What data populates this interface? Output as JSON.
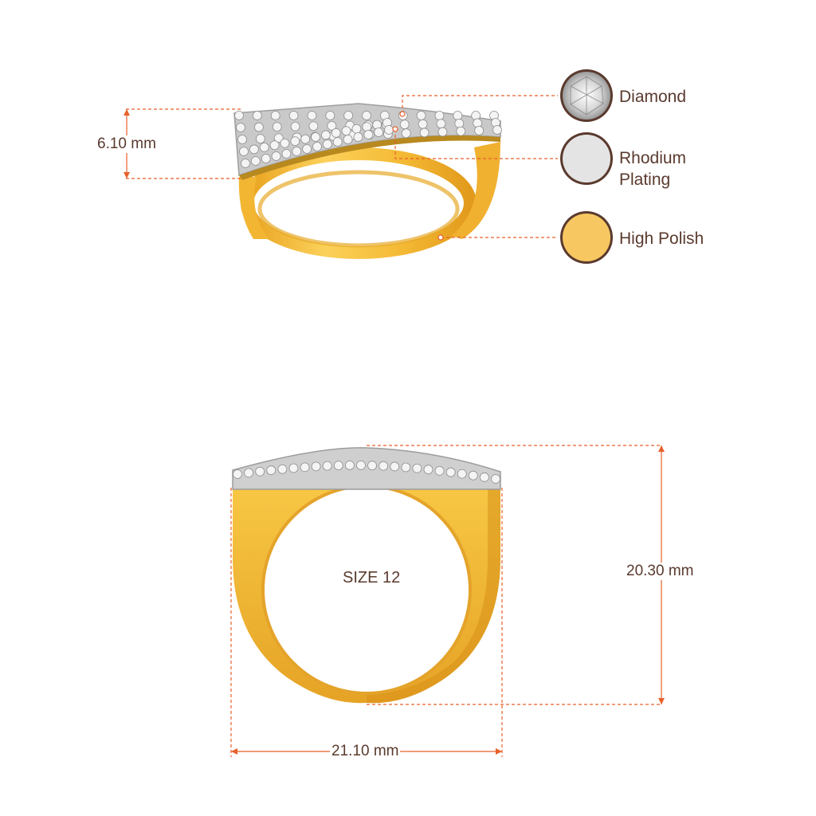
{
  "colors": {
    "accent_line": "#e8602c",
    "text": "#5a3a2e",
    "gold": "#f5c24a",
    "gold_dark": "#d9961a",
    "rhodium": "#e4e4e4",
    "diamond": "#f2f2f2"
  },
  "legend": [
    {
      "label": "Diamond",
      "swatch": "diamond-icon"
    },
    {
      "label_line1": "Rhodium",
      "label_line2": "Plating",
      "swatch": "rhodium-swatch"
    },
    {
      "label": "High Polish",
      "swatch": "high-polish-swatch"
    }
  ],
  "top_view": {
    "height_label": "6.10 mm"
  },
  "front_view": {
    "size_label": "SIZE 12",
    "height_label": "20.30 mm",
    "width_label": "21.10 mm"
  }
}
